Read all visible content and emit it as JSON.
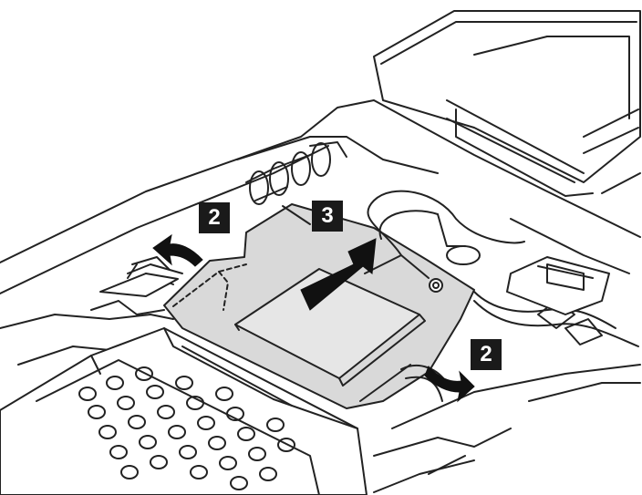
{
  "callouts": {
    "step_left": "2",
    "step_center": "3",
    "step_right": "2"
  },
  "colors": {
    "line": "#222222",
    "card_fill": "#d9d9d9",
    "card_top": "#e6e6e6",
    "callout_bg": "#1a1a1a",
    "arrow": "#111111"
  }
}
